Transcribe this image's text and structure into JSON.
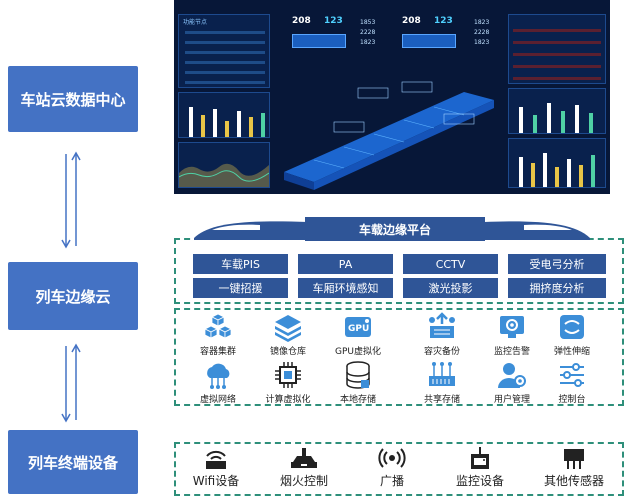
{
  "tiers": {
    "cloud": "车站云数据中心",
    "edge": "列车边缘云",
    "terminal": "列车终端设备"
  },
  "platform": {
    "title": "车载边缘平台",
    "functions": [
      "车载PIS",
      "PA",
      "CCTV",
      "受电弓分析",
      "一键招援",
      "车厢环境感知",
      "激光投影",
      "拥挤度分析"
    ]
  },
  "services": [
    {
      "label": "容器集群",
      "icon": "cube-cluster-icon"
    },
    {
      "label": "镜像仓库",
      "icon": "layers-icon"
    },
    {
      "label": "GPU虚拟化",
      "icon": "gpu-icon"
    },
    {
      "label": "容灾备份",
      "icon": "backup-icon"
    },
    {
      "label": "监控告警",
      "icon": "monitor-gear-icon"
    },
    {
      "label": "弹性伸缩",
      "icon": "elastic-icon"
    },
    {
      "label": "虚拟网络",
      "icon": "cloud-network-icon"
    },
    {
      "label": "计算虚拟化",
      "icon": "chip-icon"
    },
    {
      "label": "本地存储",
      "icon": "database-icon"
    },
    {
      "label": "共享存储",
      "icon": "shared-storage-icon"
    },
    {
      "label": "用户管理",
      "icon": "user-gear-icon"
    },
    {
      "label": "控制台",
      "icon": "sliders-icon"
    }
  ],
  "devices": [
    {
      "label": "Wifi设备",
      "icon": "wifi-router-icon"
    },
    {
      "label": "烟火控制",
      "icon": "smoke-detector-icon"
    },
    {
      "label": "广播",
      "icon": "broadcast-icon"
    },
    {
      "label": "监控设备",
      "icon": "monitor-device-icon"
    },
    {
      "label": "其他传感器",
      "icon": "sensor-icon"
    }
  ],
  "dashboard": {
    "counts": [
      "208",
      "123",
      "208",
      "123"
    ],
    "readings": [
      "1853",
      "2228",
      "1823",
      "1823",
      "2228",
      "1823"
    ],
    "panel_title": "功能节点"
  },
  "colors": {
    "tier": "#4472c4",
    "platform": "#2f5597",
    "frame": "#2e8f7a",
    "icon": "#3c8ed8",
    "dashboard_bg": "#071738"
  }
}
